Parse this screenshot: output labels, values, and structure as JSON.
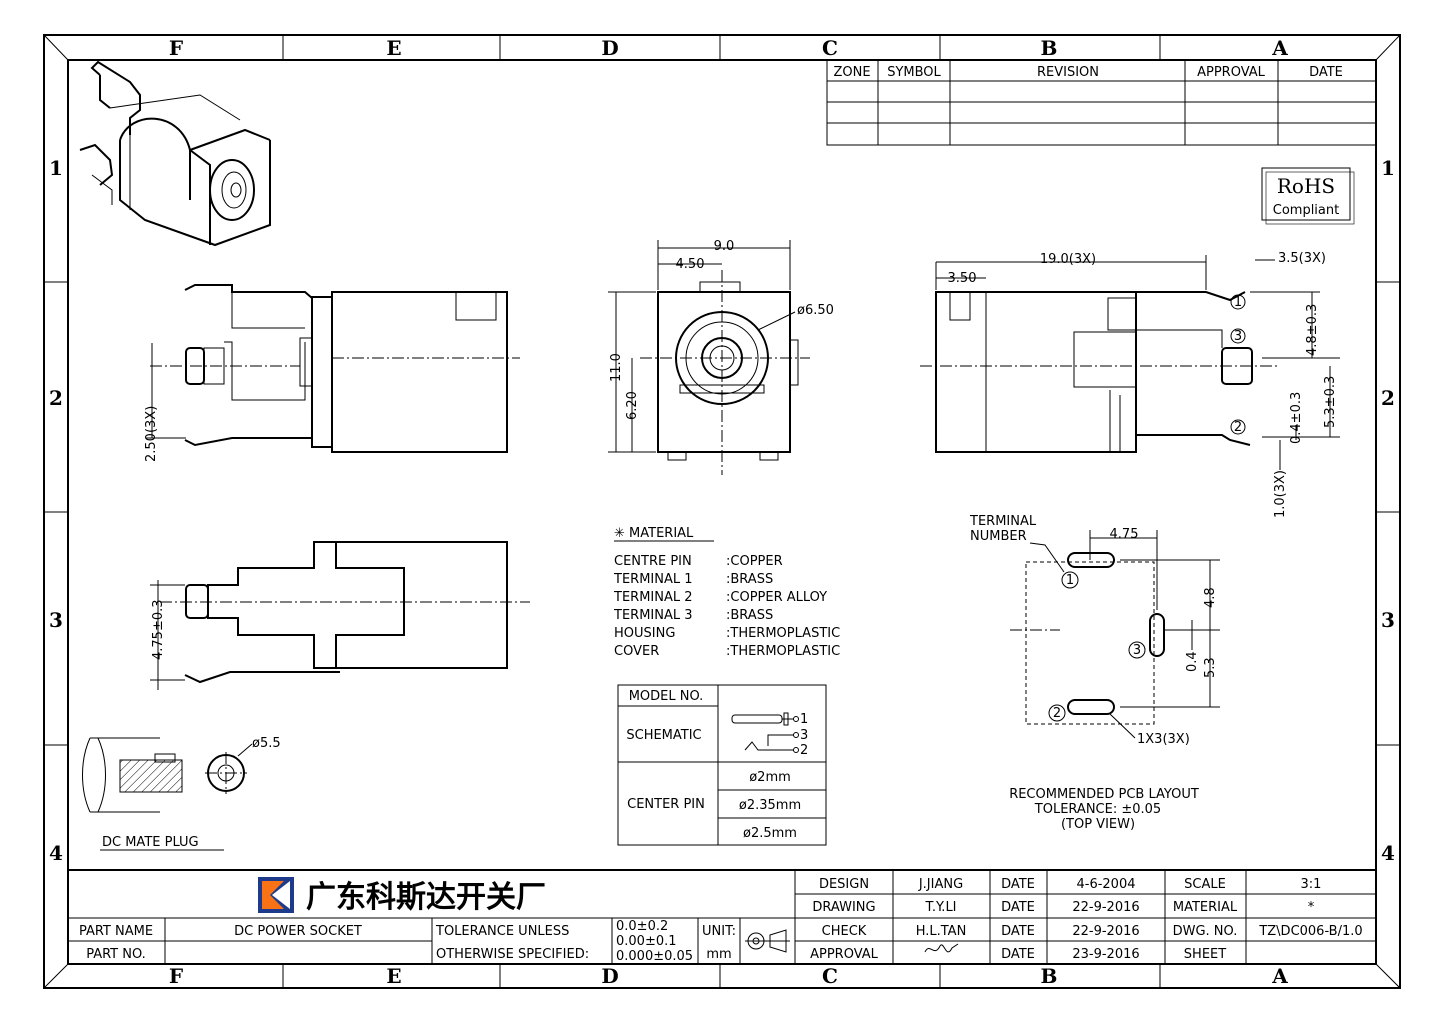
{
  "zones_top": [
    "F",
    "E",
    "D",
    "C",
    "B",
    "A"
  ],
  "zones_bottom": [
    "F",
    "E",
    "D",
    "C",
    "B",
    "A"
  ],
  "rows_left": [
    "1",
    "2",
    "3",
    "4"
  ],
  "rows_right": [
    "1",
    "2",
    "3",
    "4"
  ],
  "revision_table": {
    "headers": [
      "ZONE",
      "SYMBOL",
      "REVISION",
      "APPROVAL",
      "DATE"
    ]
  },
  "rohs": {
    "title": "RoHS",
    "subtitle": "Compliant"
  },
  "front_view": {
    "dim_width": "9.0",
    "dim_half": "4.50",
    "dim_height": "11.0",
    "dim_center": "6.20",
    "dim_dia": "ø6.50"
  },
  "right_view": {
    "dim_left": "3.50",
    "dim_length": "19.0(3X)",
    "dim_tip": "3.5(3X)",
    "dim_a": "4.8±0.3",
    "dim_b": "5.3±0.3",
    "dim_c": "0.4±0.3",
    "dim_d": "1.0(3X)",
    "pin1": "1",
    "pin2": "2",
    "pin3": "3"
  },
  "side_view": {
    "dim_pitch": "2.50(3X)"
  },
  "bottom_view": {
    "dim_width": "4.75±0.3"
  },
  "material": {
    "title": "✳ MATERIAL",
    "rows": [
      {
        "part": "CENTRE PIN",
        "value": ":COPPER"
      },
      {
        "part": "TERMINAL 1",
        "value": ":BRASS"
      },
      {
        "part": "TERMINAL 2",
        "value": ":COPPER ALLOY"
      },
      {
        "part": "TERMINAL 3",
        "value": ":BRASS"
      },
      {
        "part": "HOUSING",
        "value": ":THERMOPLASTIC"
      },
      {
        "part": "COVER",
        "value": ":THERMOPLASTIC"
      }
    ]
  },
  "model_table": {
    "model_no": "MODEL NO.",
    "schematic": "SCHEMATIC",
    "center_pin": "CENTER PIN",
    "pins": [
      "ø2mm",
      "ø2.35mm",
      "ø2.5mm"
    ],
    "sch_labels": [
      "1",
      "3",
      "2"
    ]
  },
  "pcb": {
    "terminal_label_1": "TERMINAL",
    "terminal_label_2": "NUMBER",
    "dim_pitch": "4.75",
    "dim_h": "4.8",
    "dim_a": "0.4",
    "dim_b": "5.3",
    "slot": "1X3(3X)",
    "pin1": "1",
    "pin2": "2",
    "pin3": "3",
    "caption_1": "RECOMMENDED PCB LAYOUT",
    "caption_2": "TOLERANCE: ±0.05",
    "caption_3": "(TOP VIEW)"
  },
  "mate_plug": {
    "dia": "ø5.5",
    "label": "DC MATE PLUG"
  },
  "title_block": {
    "company": "广东科斯达开关厂",
    "design": "DESIGN",
    "design_by": "J.JIANG",
    "design_date_lbl": "DATE",
    "design_date": "4-6-2004",
    "drawing": "DRAWING",
    "drawing_by": "T.Y.LI",
    "drawing_date_lbl": "DATE",
    "drawing_date": "22-9-2016",
    "check": "CHECK",
    "check_by": "H.L.TAN",
    "check_date_lbl": "DATE",
    "check_date": "22-9-2016",
    "approval": "APPROVAL",
    "approval_date_lbl": "DATE",
    "approval_date": "23-9-2016",
    "scale": "SCALE",
    "scale_val": "3:1",
    "material": "MATERIAL",
    "material_val": "*",
    "dwg_no": "DWG. NO.",
    "dwg_no_val": "TZ\\DC006-B/1.0",
    "sheet": "SHEET",
    "part_name_lbl": "PART NAME",
    "part_name": "DC POWER SOCKET",
    "part_no_lbl": "PART NO.",
    "tol_1": "TOLERANCE UNLESS",
    "tol_2": "OTHERWISE SPECIFIED:",
    "tol_a": "0.0±0.2",
    "tol_b": "0.00±0.1",
    "tol_c": "0.000±0.05",
    "unit_lbl": "UNIT:",
    "unit_val": "mm"
  }
}
